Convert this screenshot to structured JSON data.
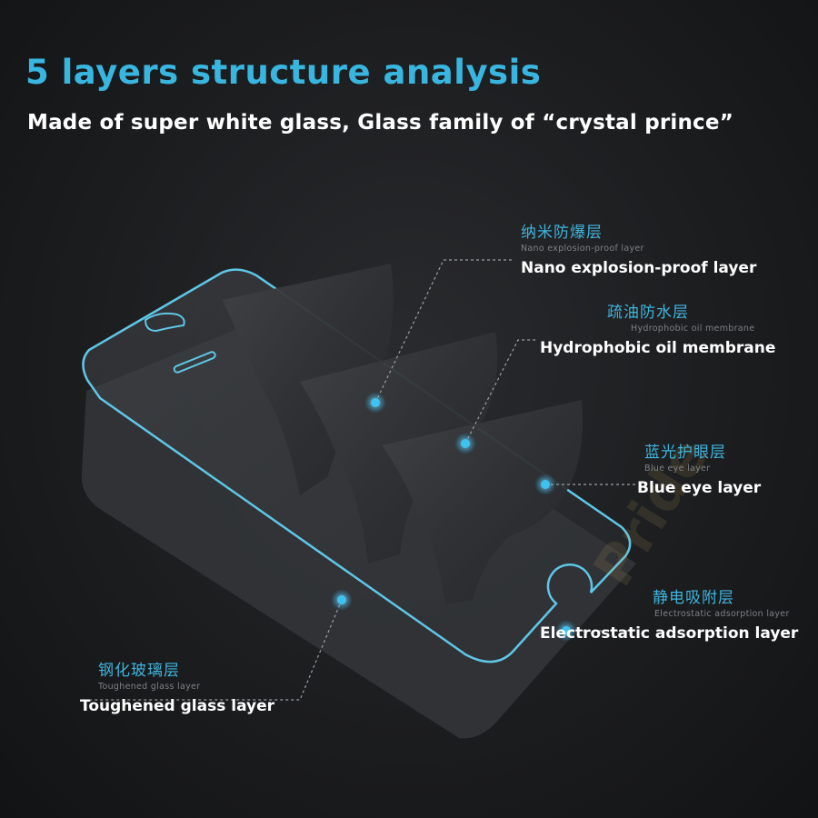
{
  "header": {
    "title": "5 layers structure analysis",
    "subtitle": "Made of super white glass, Glass family of “crystal prince”"
  },
  "layers": [
    {
      "cn": "纳米防爆层",
      "sub": "Nano explosion-proof layer",
      "en": "Nano explosion-proof layer"
    },
    {
      "cn": "疏油防水层",
      "sub": "Hydrophobic oil membrane",
      "en": "Hydrophobic oil membrane"
    },
    {
      "cn": "蓝光护眼层",
      "sub": "Blue eye layer",
      "en": "Blue eye layer"
    },
    {
      "cn": "静电吸附层",
      "sub": "Electrostatic adsorption layer",
      "en": "Electrostatic adsorption layer"
    },
    {
      "cn": "钢化玻璃层",
      "sub": "Toughened glass layer",
      "en": "Toughened glass layer"
    }
  ],
  "watermark": "Pride",
  "colors": {
    "accent": "#38b6e0",
    "glass_outline": "#5fc6e6",
    "background": "#1c1d1f"
  }
}
